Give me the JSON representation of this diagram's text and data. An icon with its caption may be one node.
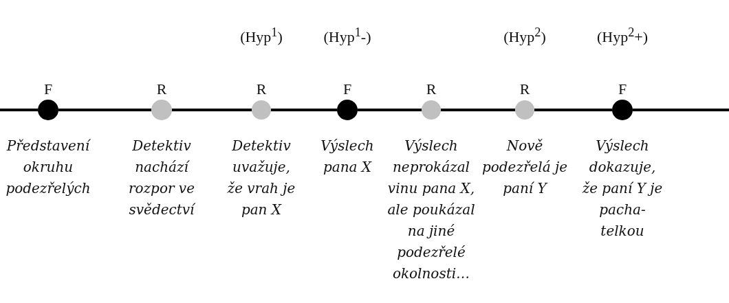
{
  "diagram": {
    "nodes": [
      {
        "text": [],
        "shape": "circle",
        "beside": [
          "F",
          "Představení okruhu podezřelých"
        ]
      },
      {
        "text": [],
        "shape": "circle",
        "beside": [
          "R",
          "Detektiv nachází rozpor ve svědectví"
        ]
      },
      {
        "text": [],
        "shape": "circle",
        "beside": [
          "(Hyp$^{1}$)",
          "R",
          "Detektiv uvažuje, že vrah je pan X"
        ]
      },
      {
        "text": [],
        "shape": "circle",
        "beside": [
          "(Hyp$^{1}$-)",
          "F",
          "Výslech pana X"
        ]
      },
      {
        "text": [],
        "shape": "circle",
        "beside": [
          "R",
          "Výslech neprokázal vinu pana X, ale poukázal na jiné podezřelé okolnosti…"
        ]
      },
      {
        "text": [],
        "shape": "circle",
        "beside": [
          "(Hyp$^{2}$)",
          "R",
          "Nově podezřelá je paní Y"
        ]
      },
      {
        "text": [],
        "shape": "circle",
        "beside": [
          "(Hyp$^{2}$+)",
          "F",
          "Výslech dokazuje, že paní Y je pacha- telkou"
        ]
      }
    ],
    "edges": [
      {
        "from": null,
        "to": 0,
        "arrow": "none"
      },
      {
        "from": 0,
        "to": 1,
        "arrow": "none"
      },
      {
        "from": 1,
        "to": 2,
        "arrow": "none"
      },
      {
        "from": 2,
        "to": 3,
        "arrow": "none"
      },
      {
        "from": 3,
        "to": 4,
        "arrow": "none"
      },
      {
        "from": 4,
        "to": 5,
        "arrow": "none"
      },
      {
        "from": 5,
        "to": 6,
        "arrow": "none"
      },
      {
        "from": 6,
        "to": null,
        "arrow": "none"
      }
    ]
  }
}
